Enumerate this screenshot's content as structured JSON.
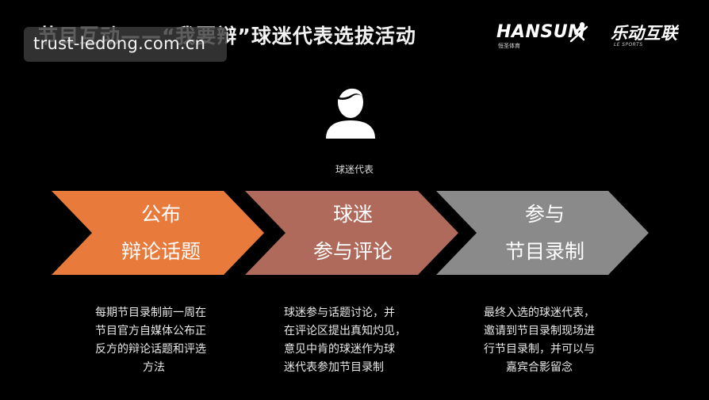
{
  "header": {
    "title": "节目互动——“我要辩”球迷代表选拔活动",
    "watermark": "trust-ledong.com.cn"
  },
  "logos": {
    "hansum": {
      "wordmark": "HANSUM",
      "sub": "恒圣体育"
    },
    "lesports": {
      "cn": "乐动互联",
      "en": "LE SPORTS"
    }
  },
  "center": {
    "icon": "user-icon",
    "label": "球迷代表"
  },
  "steps": [
    {
      "line1": "公布",
      "line2": "辩论话题",
      "color": "#e87a3c",
      "desc": [
        "每期节目录制前一周在",
        "节目官方自媒体公布正",
        "反方的辩论话题和评选",
        "方法"
      ]
    },
    {
      "line1": "球迷",
      "line2": "参与评论",
      "color": "#b06a5c",
      "desc": [
        "球迷参与话题讨论，并",
        "在评论区提出真知灼见，",
        "意见中肯的球迷作为球",
        "迷代表参加节目录制"
      ]
    },
    {
      "line1": "参与",
      "line2": "节目录制",
      "color": "#8a8a8a",
      "desc": [
        "最终入选的球迷代表，",
        "邀请到节目录制现场进",
        "行节目录制，并可以与",
        "嘉宾合影留念"
      ]
    }
  ]
}
